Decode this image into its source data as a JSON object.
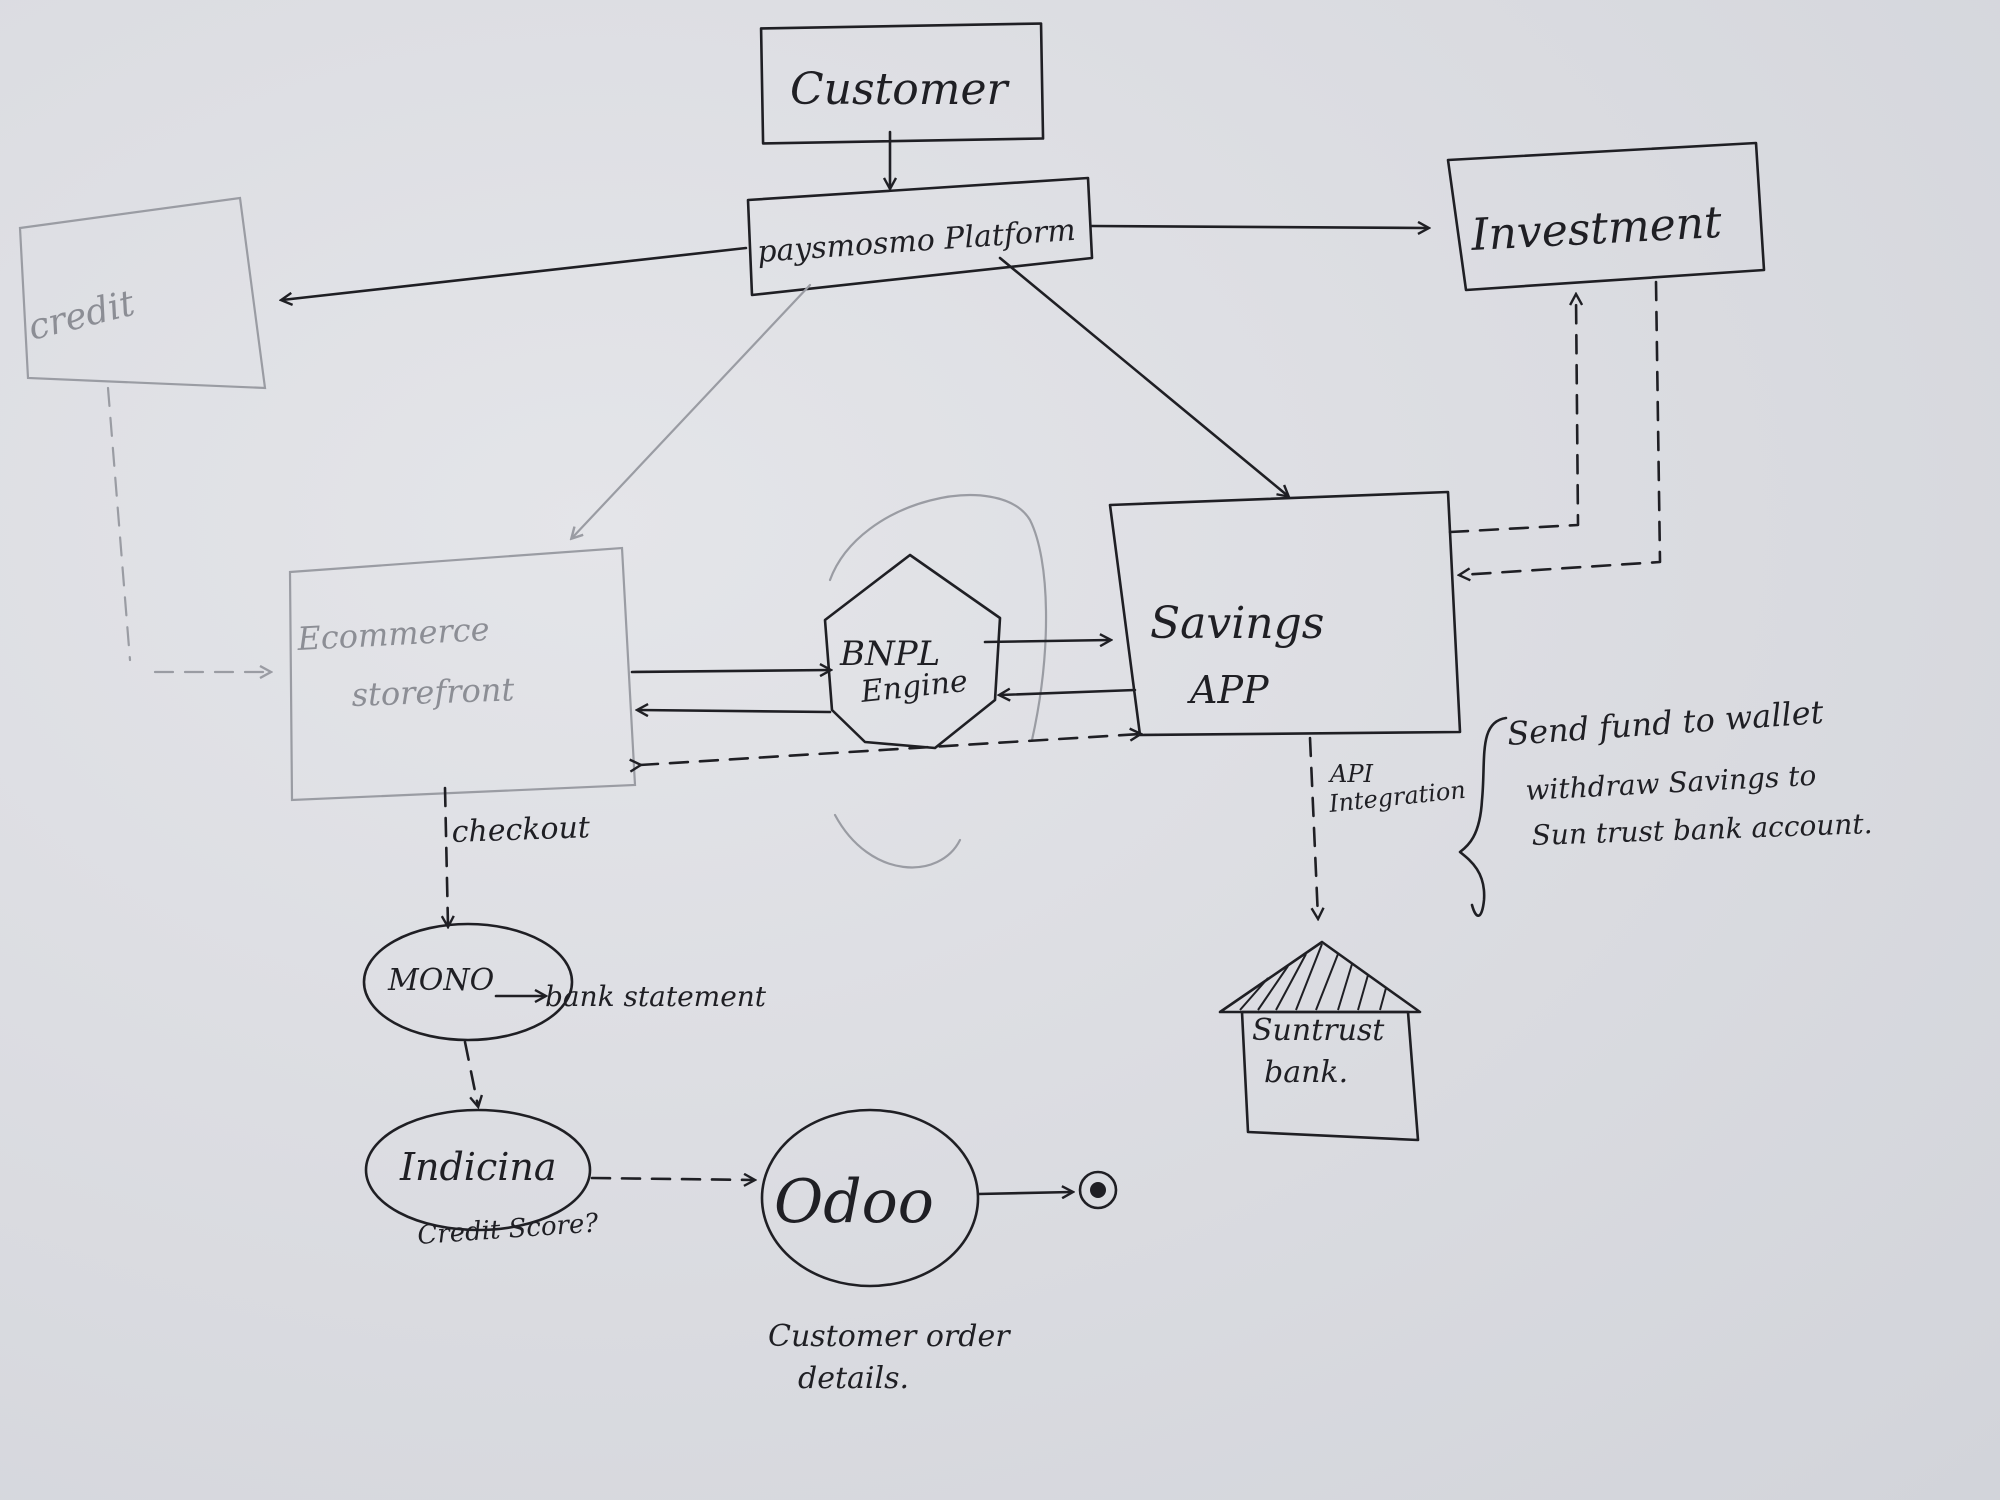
{
  "nodes": {
    "customer": "Customer",
    "platform": "paysmosmo Platform",
    "investment": "Investment",
    "credit": "credit",
    "ecommerce_line1": "Ecommerce",
    "ecommerce_line2": "storefront",
    "bnpl_line1": "BNPL",
    "bnpl_line2": "Engine",
    "savings_line1": "Savings",
    "savings_line2": "APP",
    "mono": "MONO",
    "indicina": "Indicina",
    "odoo": "Odoo",
    "suntrust_line1": "Suntrust",
    "suntrust_line2": "bank."
  },
  "labels": {
    "checkout": "checkout",
    "bank_statement": "bank statement",
    "credit_score": "Credit Score?",
    "api_line1": "API",
    "api_line2": "Integration",
    "customer_order_line1": "Customer order",
    "customer_order_line2": "details.",
    "note_line1": "Send fund to wallet",
    "note_line2": "withdraw Savings to",
    "note_line3": "Sun trust bank account."
  }
}
